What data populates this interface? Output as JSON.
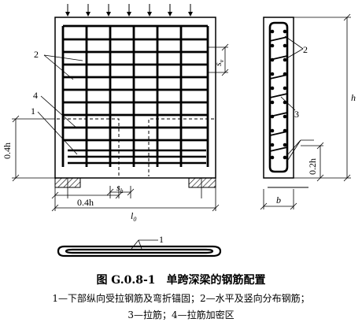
{
  "labels": {
    "bar_2": "2",
    "bar_4": "4",
    "bar_1": "1",
    "dim_04h_v": "0.4h",
    "dim_04h_h": "0.4h",
    "dim_sh": "s",
    "dim_sh_sub": "h",
    "dim_l0": "l",
    "dim_l0_sub": "0",
    "dim_sv": "s",
    "dim_sv_sub": "v",
    "dim_h": "h",
    "dim_02h": "0.2h",
    "dim_b": "b",
    "sec_2": "2",
    "sec_3": "3",
    "detail_1": "1"
  },
  "caption": {
    "title": "图 G.0.8-1　单跨深梁的钢筋配置",
    "legend_line1": "1—下部纵向受拉钢筋及弯折锚固；2—水平及竖向分布钢筋；",
    "legend_line2": "3—拉筋；4—拉筋加密区"
  }
}
